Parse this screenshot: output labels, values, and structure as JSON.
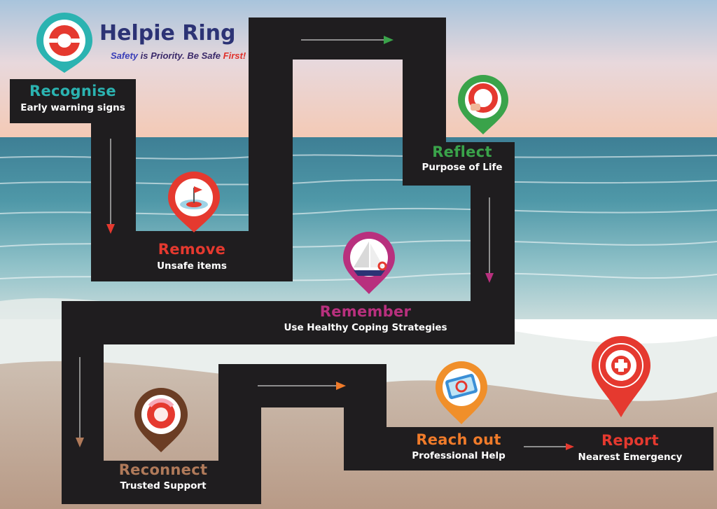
{
  "brand": {
    "name": "Helpie Ring",
    "tagline": {
      "part1": "Safety",
      "part2": " is Priority. Be Safe ",
      "part3": "First!"
    }
  },
  "steps": [
    {
      "title": "Recognise",
      "subtitle": "Early warning signs",
      "color": "#2bb3b1"
    },
    {
      "title": "Remove",
      "subtitle": "Unsafe items",
      "color": "#e5392f"
    },
    {
      "title": "Reflect",
      "subtitle": "Purpose of Life",
      "color": "#3aa34a"
    },
    {
      "title": "Remember",
      "subtitle": "Use Healthy Coping Strategies",
      "color": "#b8307e"
    },
    {
      "title": "Reconnect",
      "subtitle": "Trusted Support",
      "color": "#b07a5a"
    },
    {
      "title": "Reach out",
      "subtitle": "Professional Help",
      "color": "#f07b2a"
    },
    {
      "title": "Report",
      "subtitle": "Nearest Emergency",
      "color": "#e5392f"
    }
  ],
  "colors": {
    "path": "#1f1d1f",
    "brand_title": "#2c3375",
    "tag_blue": "#3a3fb8",
    "tag_red": "#e0302a",
    "tag_dark": "#3b2a6a"
  }
}
